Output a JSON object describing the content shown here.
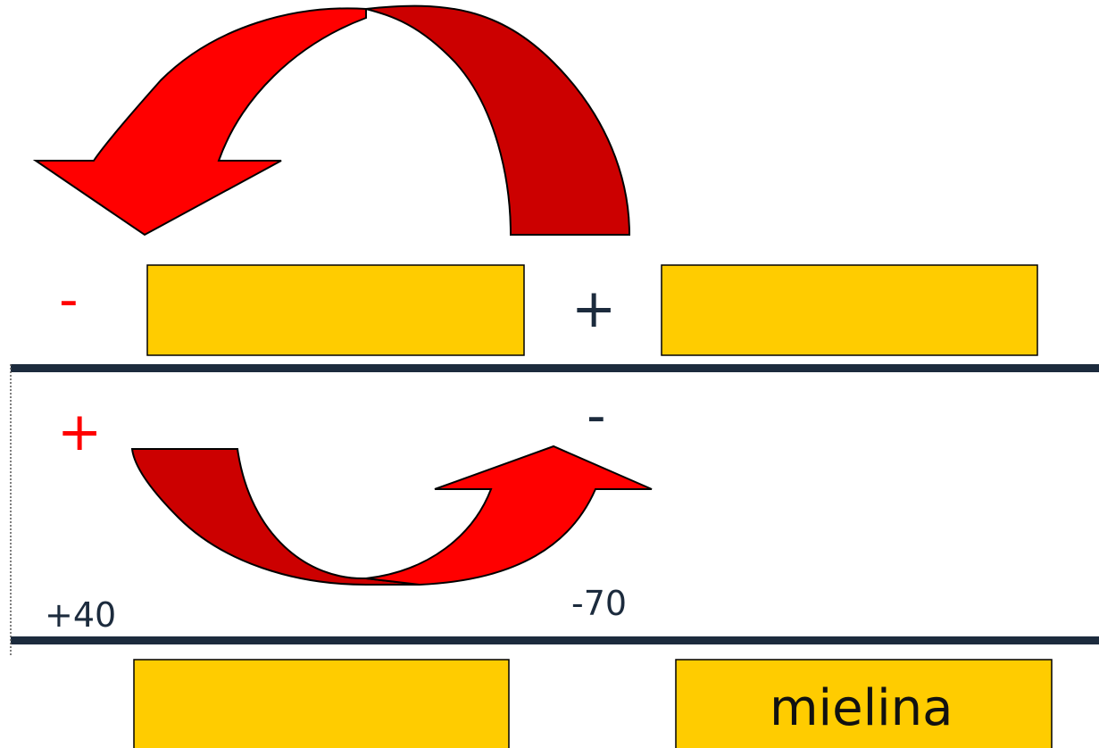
{
  "colors": {
    "arrow_light": "#ff0000",
    "arrow_dark": "#cc0000",
    "box_fill": "#ffcc00",
    "membrane": "#1c2b3d",
    "sign_red": "#ff0000",
    "sign_dark": "#1c2b3d"
  },
  "signs": {
    "outer_left": "-",
    "outer_right": "+",
    "inner_left": "+",
    "inner_right": "-"
  },
  "values": {
    "left": "+40",
    "right": "-70"
  },
  "boxes": {
    "bottom_right": "mielina"
  }
}
